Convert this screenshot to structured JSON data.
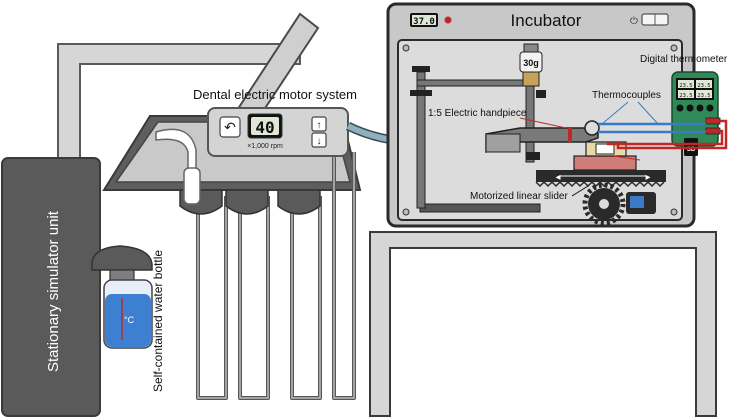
{
  "labels": {
    "incubator": "Incubator",
    "motor_system": "Dental electric motor system",
    "rpm_unit": "×1,000 rpm",
    "digital_thermometer": "Digital thermometer",
    "thermocouples": "Thermocouples",
    "handpiece": "1:5 Electric handpiece",
    "slider": "Motorized linear slider",
    "simulator": "Stationary simulator unit",
    "water_bottle": "Self-contained water bottle",
    "weight": "30g",
    "bottle_unit": "°C",
    "sd": "SD"
  },
  "displays": {
    "incubator_temp": "37.0",
    "motor_speed": "40",
    "thermo_readings": [
      "23.5",
      "23.5",
      "23.5",
      "23.5"
    ]
  },
  "colors": {
    "simulator": "#5a5a5a",
    "incubator_body": "#c8c8c8",
    "motor_panel": "#d4d4d4",
    "thermometer": "#2f8a57",
    "wire_blue": "#3a78c8",
    "wire_red": "#c02828",
    "water": "#3d7fd0",
    "sample_red": "#d07c78"
  }
}
